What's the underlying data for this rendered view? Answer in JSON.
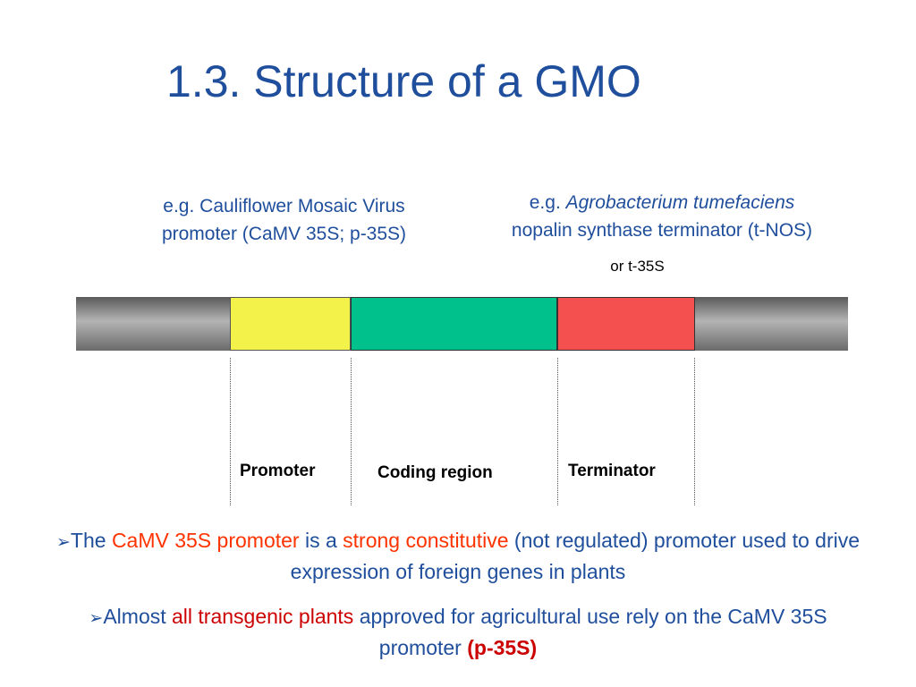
{
  "title": "1.3. Structure of a GMO",
  "promoter_note": {
    "line1": "e.g. Cauliflower Mosaic Virus",
    "line2": "promoter (CaMV 35S; p-35S)"
  },
  "terminator_note": {
    "prefix": "e.g. ",
    "species": "Agrobacterium tumefaciens",
    "line2": "nopalin synthase terminator (t-NOS)",
    "alt": "or t-35S"
  },
  "regions": {
    "promoter": "Promoter",
    "coding": "Coding region",
    "terminator": "Terminator"
  },
  "colors": {
    "promoter": "#f2f24a",
    "coding": "#00c08c",
    "terminator": "#f55050",
    "flank": "#8c8c8c"
  },
  "bullet_icon": "arrow-bullet-icon",
  "bullets": [
    {
      "t1": "The ",
      "t2": "CaMV 35S promoter",
      "t3": " is a ",
      "t4": "strong constitutive",
      "t5": " (not regulated) promoter used to drive expression of foreign genes in plants"
    },
    {
      "t1": "Almost ",
      "t2": "all transgenic plants",
      "t3": " approved for agricultural use rely on the CaMV 35S promoter ",
      "t4": "(p-35S)"
    }
  ]
}
